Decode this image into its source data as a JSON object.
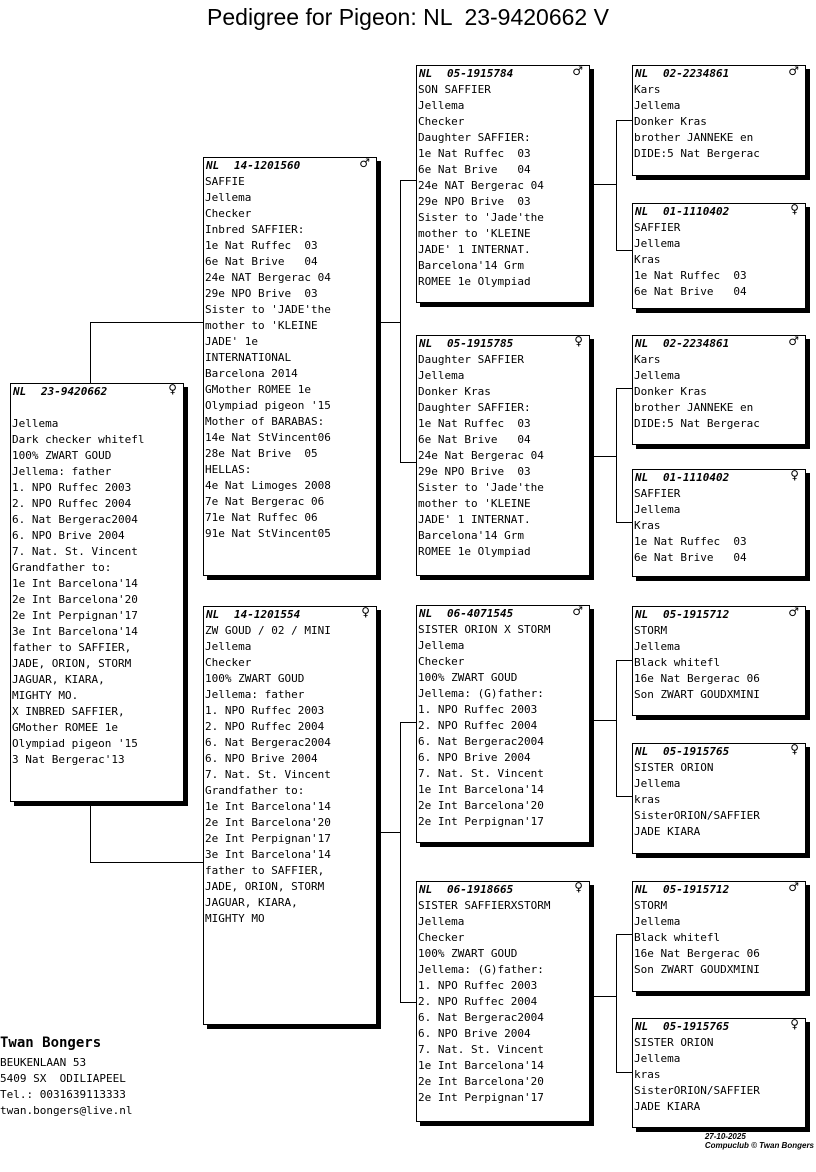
{
  "title": "Pedigree for Pigeon: NL  23-9420662 V",
  "cards": {
    "subject": {
      "country": "NL",
      "ring": "23-9420662",
      "sex": "♀",
      "lines": [
        "",
        "Jellema",
        "Dark checker whitefl",
        "100% ZWART GOUD",
        "Jellema: father",
        "1. NPO Ruffec 2003",
        "2. NPO Ruffec 2004",
        "6. Nat Bergerac2004",
        "6. NPO Brive 2004",
        "7. Nat. St. Vincent",
        "Grandfather to:",
        "1e Int Barcelona'14",
        "2e Int Barcelona'20",
        "2e Int Perpignan'17",
        "3e Int Barcelona'14",
        "father to SAFFIER,",
        "JADE, ORION, STORM",
        "JAGUAR, KIARA,",
        "MIGHTY MO.",
        "X INBRED SAFFIER,",
        "GMother ROMEE 1e",
        "Olympiad pigeon '15",
        "3 Nat Bergerac'13"
      ]
    },
    "sire": {
      "country": "NL",
      "ring": "14-1201560",
      "sex": "♂",
      "lines": [
        "SAFFIE",
        "Jellema",
        "Checker",
        "Inbred SAFFIER:",
        "1e Nat Ruffec  03",
        "6e Nat Brive   04",
        "24e NAT Bergerac 04",
        "29e NPO Brive  03",
        "Sister to 'JADE'the",
        "mother to 'KLEINE",
        "JADE' 1e",
        "INTERNATIONAL",
        "Barcelona 2014",
        "GMother ROMEE 1e",
        "Olympiad pigeon '15",
        "Mother of BARABAS:",
        "14e Nat StVincent06",
        "28e Nat Brive  05",
        "HELLAS:",
        "4e Nat Limoges 2008",
        "7e Nat Bergerac 06",
        "71e Nat Ruffec 06",
        "91e Nat StVincent05"
      ]
    },
    "dam": {
      "country": "NL",
      "ring": "14-1201554",
      "sex": "♀",
      "lines": [
        "ZW GOUD / 02 / MINI",
        "Jellema",
        "Checker",
        "100% ZWART GOUD",
        "Jellema: father",
        "1. NPO Ruffec 2003",
        "2. NPO Ruffec 2004",
        "6. Nat Bergerac2004",
        "6. NPO Brive 2004",
        "7. Nat. St. Vincent",
        "Grandfather to:",
        "1e Int Barcelona'14",
        "2e Int Barcelona'20",
        "2e Int Perpignan'17",
        "3e Int Barcelona'14",
        "father to SAFFIER,",
        "JADE, ORION, STORM",
        "JAGUAR, KIARA,",
        "MIGHTY MO"
      ]
    },
    "ss": {
      "country": "NL",
      "ring": "05-1915784",
      "sex": "♂",
      "lines": [
        "SON SAFFIER",
        "Jellema",
        "Checker",
        "Daughter SAFFIER:",
        "1e Nat Ruffec  03",
        "6e Nat Brive   04",
        "24e NAT Bergerac 04",
        "29e NPO Brive  03",
        "Sister to 'Jade'the",
        "mother to 'KLEINE",
        "JADE' 1 INTERNAT.",
        "Barcelona'14 Grm",
        "ROMEE 1e Olympiad"
      ]
    },
    "sd": {
      "country": "NL",
      "ring": "05-1915785",
      "sex": "♀",
      "lines": [
        "Daughter SAFFIER",
        "Jellema",
        "Donker Kras",
        "Daughter SAFFIER:",
        "1e Nat Ruffec  03",
        "6e Nat Brive   04",
        "24e Nat Bergerac 04",
        "29e NPO Brive  03",
        "Sister to 'Jade'the",
        "mother to 'KLEINE",
        "JADE' 1 INTERNAT.",
        "Barcelona'14 Grm",
        "ROMEE 1e Olympiad"
      ]
    },
    "ds": {
      "country": "NL",
      "ring": "06-4071545",
      "sex": "♂",
      "lines": [
        "SISTER ORION X STORM",
        "Jellema",
        "Checker",
        "100% ZWART GOUD",
        "Jellema: (G)father:",
        "1. NPO Ruffec 2003",
        "2. NPO Ruffec 2004",
        "6. Nat Bergerac2004",
        "6. NPO Brive 2004",
        "7. Nat. St. Vincent",
        "1e Int Barcelona'14",
        "2e Int Barcelona'20",
        "2e Int Perpignan'17"
      ]
    },
    "dd": {
      "country": "NL",
      "ring": "06-1918665",
      "sex": "♀",
      "lines": [
        "SISTER SAFFIERXSTORM",
        "Jellema",
        "Checker",
        "100% ZWART GOUD",
        "Jellema: (G)father:",
        "1. NPO Ruffec 2003",
        "2. NPO Ruffec 2004",
        "6. Nat Bergerac2004",
        "6. NPO Brive 2004",
        "7. Nat. St. Vincent",
        "1e Int Barcelona'14",
        "2e Int Barcelona'20",
        "2e Int Perpignan'17"
      ]
    },
    "sss": {
      "country": "NL",
      "ring": "02-2234861",
      "sex": "♂",
      "lines": [
        "Kars",
        "Jellema",
        "Donker Kras",
        "brother JANNEKE en",
        "DIDE:5 Nat Bergerac"
      ]
    },
    "ssd": {
      "country": "NL",
      "ring": "01-1110402",
      "sex": "♀",
      "lines": [
        "SAFFIER",
        "Jellema",
        "Kras",
        "1e Nat Ruffec  03",
        "6e Nat Brive   04"
      ]
    },
    "sds": {
      "country": "NL",
      "ring": "02-2234861",
      "sex": "♂",
      "lines": [
        "Kars",
        "Jellema",
        "Donker Kras",
        "brother JANNEKE en",
        "DIDE:5 Nat Bergerac"
      ]
    },
    "sdd": {
      "country": "NL",
      "ring": "01-1110402",
      "sex": "♀",
      "lines": [
        "SAFFIER",
        "Jellema",
        "Kras",
        "1e Nat Ruffec  03",
        "6e Nat Brive   04"
      ]
    },
    "dss": {
      "country": "NL",
      "ring": "05-1915712",
      "sex": "♂",
      "lines": [
        "STORM",
        "Jellema",
        "Black whitefl",
        "16e Nat Bergerac 06",
        "Son ZWART GOUDXMINI"
      ]
    },
    "dsd": {
      "country": "NL",
      "ring": "05-1915765",
      "sex": "♀",
      "lines": [
        "SISTER ORION",
        "Jellema",
        "kras",
        "SisterORION/SAFFIER",
        "JADE KIARA"
      ]
    },
    "dds": {
      "country": "NL",
      "ring": "05-1915712",
      "sex": "♂",
      "lines": [
        "STORM",
        "Jellema",
        "Black whitefl",
        "16e Nat Bergerac 06",
        "Son ZWART GOUDXMINI"
      ]
    },
    "ddd": {
      "country": "NL",
      "ring": "05-1915765",
      "sex": "♀",
      "lines": [
        "SISTER ORION",
        "Jellema",
        "kras",
        "SisterORION/SAFFIER",
        "JADE KIARA"
      ]
    }
  },
  "owner": {
    "name": "Twan Bongers",
    "lines": [
      "BEUKENLAAN 53",
      "5409 SX  ODILIAPEEL",
      "Tel.: 0031639113333",
      "twan.bongers@live.nl"
    ]
  },
  "footer": {
    "date": "27-10-2025",
    "credit": "Compuclub © Twan Bongers"
  }
}
